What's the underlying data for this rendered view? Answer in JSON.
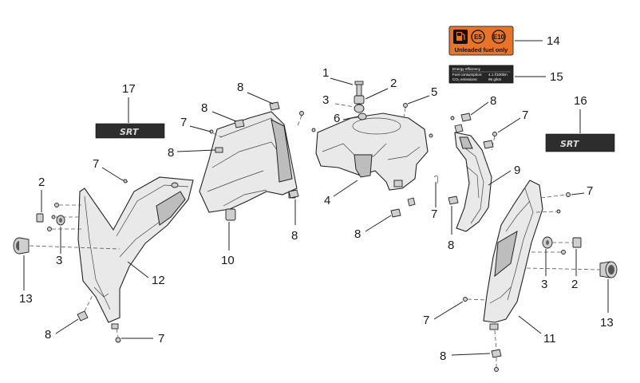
{
  "callouts": {
    "c1": "1",
    "c2a": "2",
    "c2b": "2",
    "c2c": "2",
    "c3a": "3",
    "c3b": "3",
    "c3c": "3",
    "c4": "4",
    "c5": "5",
    "c6": "6",
    "c7a": "7",
    "c7b": "7",
    "c7c": "7",
    "c7d": "7",
    "c7e": "7",
    "c7f": "7",
    "c7g": "7",
    "c8a": "8",
    "c8b": "8",
    "c8c": "8",
    "c8d": "8",
    "c8e": "8",
    "c8f": "8",
    "c8g": "8",
    "c8h": "8",
    "c8i": "8",
    "c9": "9",
    "c10": "10",
    "c11": "11",
    "c12": "12",
    "c13a": "13",
    "c13b": "13",
    "c14": "14",
    "c15": "15",
    "c16": "16",
    "c17": "17"
  },
  "fuel_label": {
    "badge_e5": "E5",
    "badge_e10": "E10",
    "text": "Unleaded fuel only",
    "bg_color": "#e8732a"
  },
  "energy_label": {
    "title": "Energy efficiency",
    "row1_label": "Fuel consumption:",
    "row1_value": "4.1  l/100km",
    "row2_label": "CO₂ emissions:",
    "row2_value": "96  g/km"
  },
  "badges": {
    "left_logo": "SRT",
    "right_logo": "SRT"
  }
}
